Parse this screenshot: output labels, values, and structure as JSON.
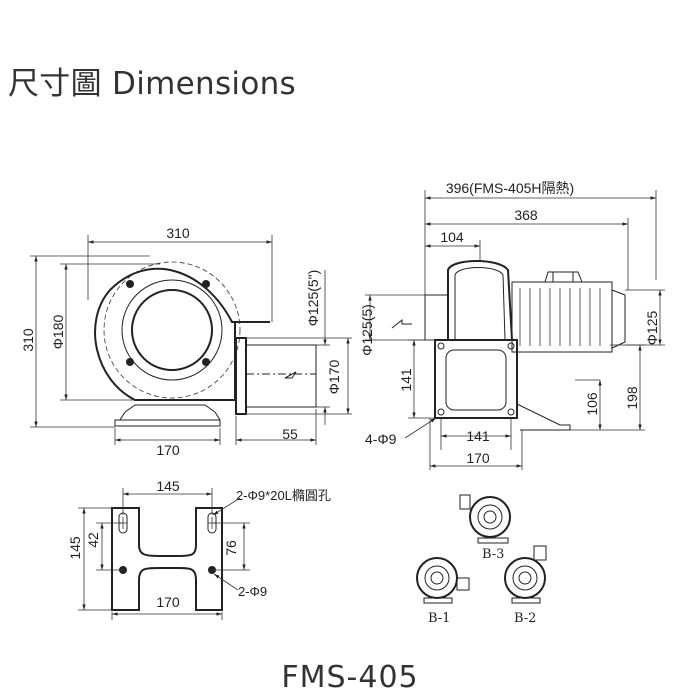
{
  "title": "尺寸圖 Dimensions",
  "model": "FMS-405",
  "front_view": {
    "width_top": "310",
    "height_left": "310",
    "inner_dia": "Φ180",
    "outlet_dia": "Φ125(5\")",
    "flange": "Φ170",
    "base_width": "170",
    "outlet_len": "55"
  },
  "side_view": {
    "total_len": "396(FMS-405H隔熱)",
    "body_len": "368",
    "motor_offset": "104",
    "inlet_dia": "Φ125(5)",
    "motor_dia": "Φ125",
    "flange_h": "141",
    "outlet_h": "106",
    "total_h": "198",
    "holes": "4-Φ9",
    "flange_w": "141",
    "base_w": "170"
  },
  "base_plate": {
    "width_top": "145",
    "width_bottom": "170",
    "height": "145",
    "offset": "42",
    "slot_span": "76",
    "slot_label": "2-Φ9*20L橢圓孔",
    "hole_label": "2-Φ9"
  },
  "orientations": [
    "B-3",
    "B-1",
    "B-2"
  ]
}
